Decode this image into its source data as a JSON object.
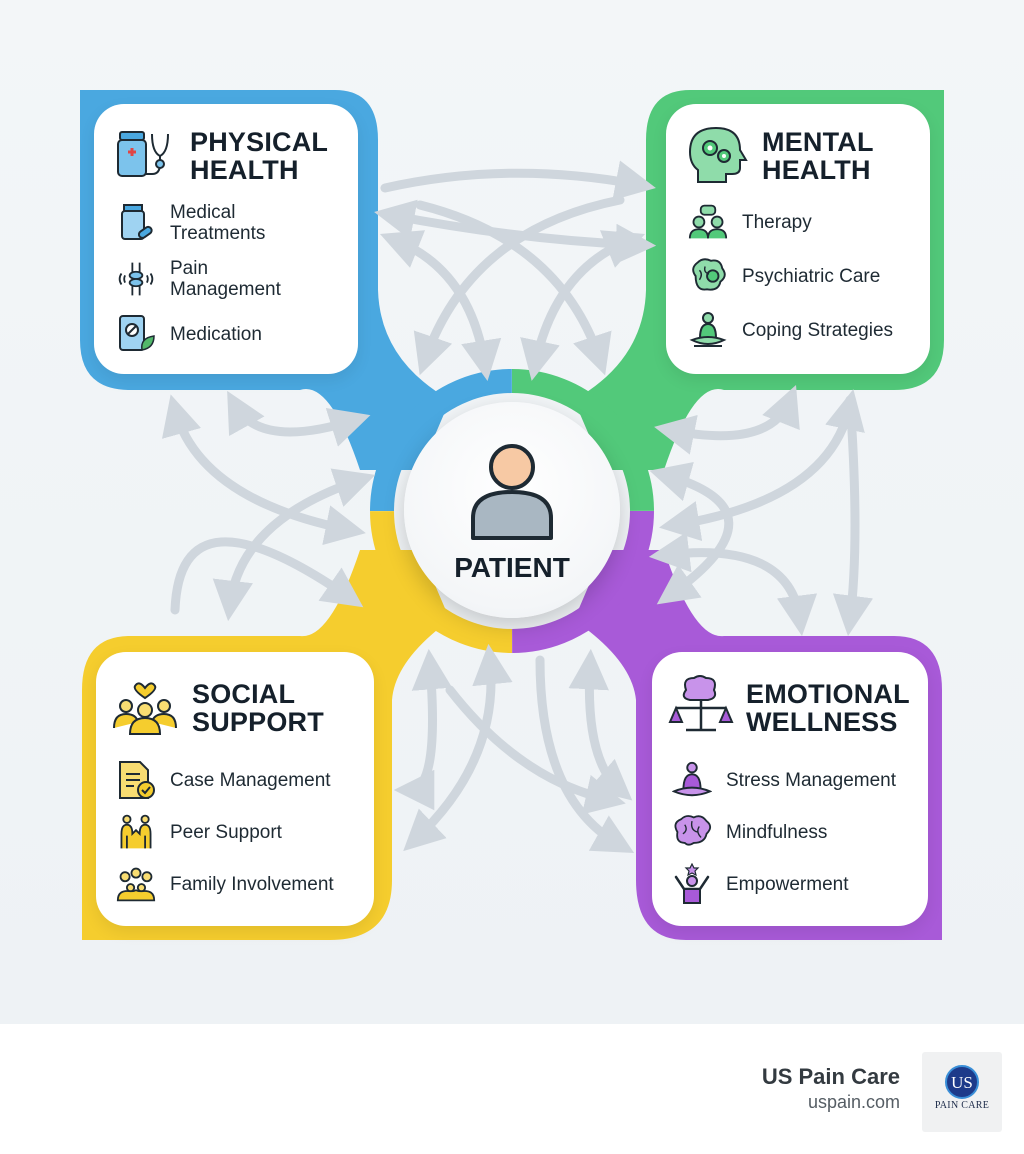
{
  "center": {
    "label": "PATIENT"
  },
  "quadrants": {
    "physical": {
      "title_line1": "PHYSICAL",
      "title_line2": "HEALTH",
      "color": "#4aa8e0",
      "items": [
        {
          "label_line1": "Medical",
          "label_line2": "Treatments",
          "icon": "medicine-bottle-icon"
        },
        {
          "label_line1": "Pain",
          "label_line2": "Management",
          "icon": "joint-pain-icon"
        },
        {
          "label": "Medication",
          "icon": "tablet-leaf-icon"
        }
      ]
    },
    "mental": {
      "title_line1": "MENTAL",
      "title_line2": "HEALTH",
      "color": "#52c97a",
      "items": [
        {
          "label": "Therapy",
          "icon": "therapy-icon"
        },
        {
          "label": "Psychiatric Care",
          "icon": "brain-gear-icon"
        },
        {
          "label": "Coping Strategies",
          "icon": "meditation-icon"
        }
      ]
    },
    "social": {
      "title_line1": "SOCIAL",
      "title_line2": "SUPPORT",
      "color": "#f5cd2e",
      "items": [
        {
          "label": "Case Management",
          "icon": "case-document-icon"
        },
        {
          "label": "Peer Support",
          "icon": "peers-icon"
        },
        {
          "label": "Family Involvement",
          "icon": "family-icon"
        }
      ]
    },
    "emotional": {
      "title_line1": "EMOTIONAL",
      "title_line2": "WELLNESS",
      "color": "#a85ad8",
      "items": [
        {
          "label": "Stress Management",
          "icon": "yoga-icon"
        },
        {
          "label": "Mindfulness",
          "icon": "brain-icon"
        },
        {
          "label": "Empowerment",
          "icon": "empowerment-icon"
        }
      ]
    }
  },
  "footer": {
    "brand_name": "US Pain Care",
    "brand_url": "uspain.com",
    "logo_text": "PAIN CARE",
    "logo_letters": "US"
  }
}
